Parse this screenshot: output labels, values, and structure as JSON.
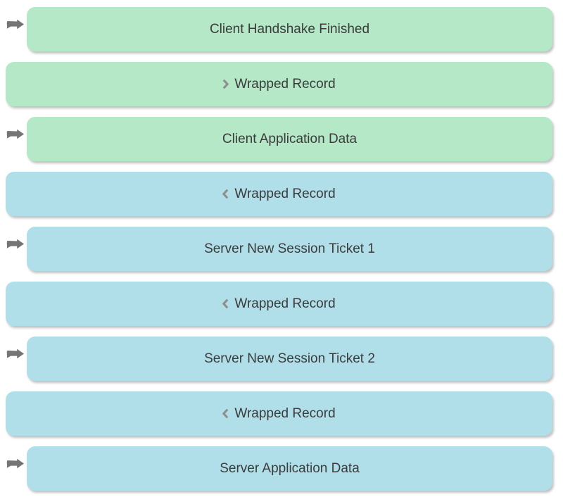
{
  "colors": {
    "client_fill": "#b5e8c6",
    "server_fill": "#b0dfea",
    "text": "#3b3b3b",
    "arrow_gray": "#757575",
    "chevron_gray": "#8e8e8e",
    "background": "#ffffff"
  },
  "rows": [
    {
      "label": "Client Handshake Finished",
      "side": "client",
      "left_arrow": true,
      "chevron": "none"
    },
    {
      "label": "Wrapped Record",
      "side": "client",
      "left_arrow": false,
      "chevron": "right"
    },
    {
      "label": "Client Application Data",
      "side": "client",
      "left_arrow": true,
      "chevron": "none"
    },
    {
      "label": "Wrapped Record",
      "side": "server",
      "left_arrow": false,
      "chevron": "left"
    },
    {
      "label": "Server New Session Ticket 1",
      "side": "server",
      "left_arrow": true,
      "chevron": "none"
    },
    {
      "label": "Wrapped Record",
      "side": "server",
      "left_arrow": false,
      "chevron": "left"
    },
    {
      "label": "Server New Session Ticket 2",
      "side": "server",
      "left_arrow": true,
      "chevron": "none"
    },
    {
      "label": "Wrapped Record",
      "side": "server",
      "left_arrow": false,
      "chevron": "left"
    },
    {
      "label": "Server Application Data",
      "side": "server",
      "left_arrow": true,
      "chevron": "none"
    }
  ]
}
